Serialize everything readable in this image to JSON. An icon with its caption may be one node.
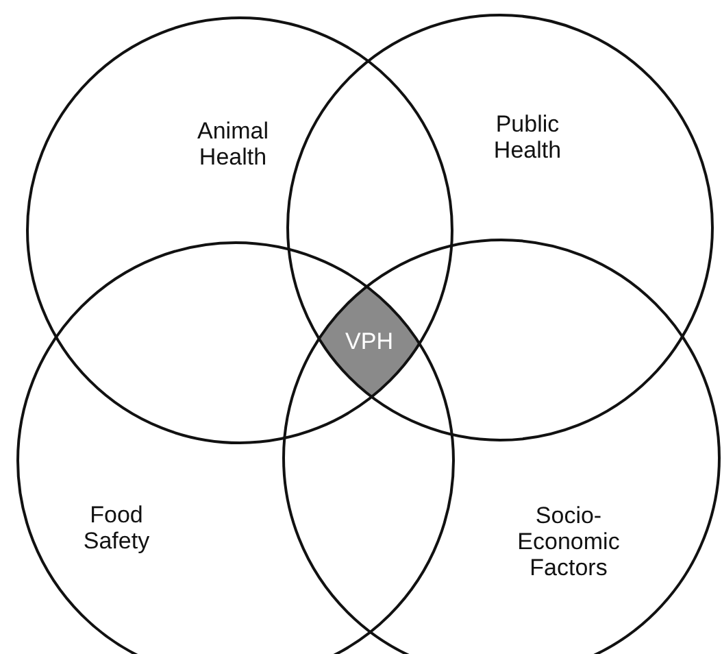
{
  "diagram": {
    "nodes": [
      {
        "text": [
          "Animal Health"
        ]
      },
      {
        "text": [
          "Public Health"
        ]
      },
      {
        "text": [
          "Food Safety"
        ]
      },
      {
        "text": [
          "Socio-Economic Factors"
        ]
      },
      {
        "text": [
          "VPH"
        ]
      }
    ],
    "edges": []
  }
}
